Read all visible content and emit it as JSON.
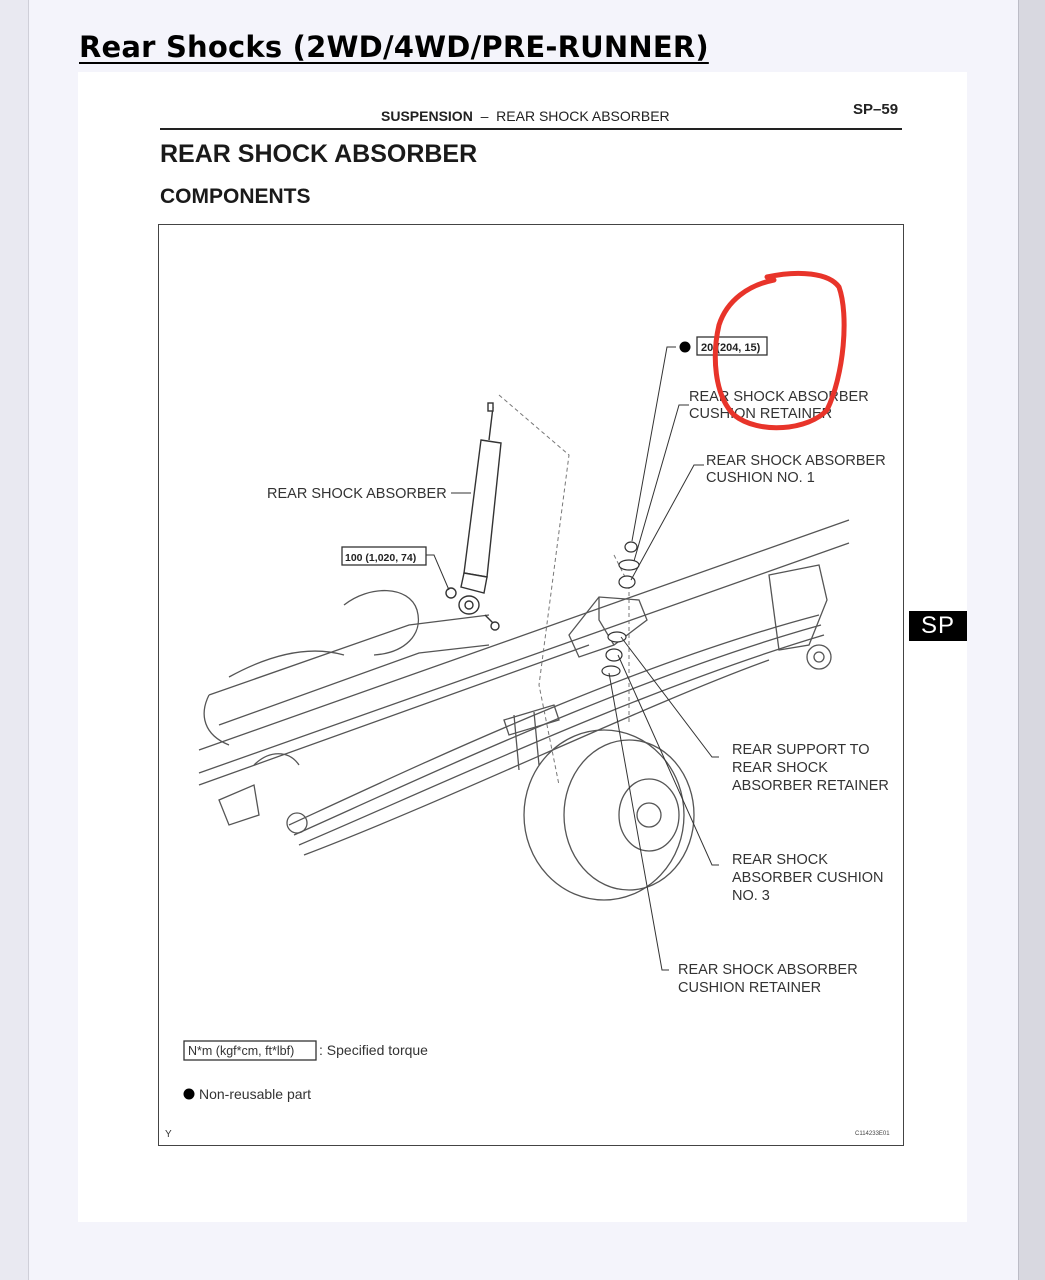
{
  "doc_title": "Rear Shocks (2WD/4WD/PRE-RUNNER)",
  "manual_page": {
    "section": "SUSPENSION",
    "separator": "–",
    "subsection": "REAR SHOCK ABSORBER",
    "page_number": "SP–59",
    "heading": "REAR SHOCK ABSORBER",
    "subheading": "COMPONENTS",
    "side_tab": "SP"
  },
  "diagram": {
    "torque_upper": "20 (204, 15)",
    "torque_lower": "100 (1,020, 74)",
    "labels": {
      "shock_absorber": "REAR SHOCK ABSORBER",
      "cushion_retainer_upper_1": "REAR SHOCK ABSORBER",
      "cushion_retainer_upper_2": "CUSHION RETAINER",
      "cushion_no1_1": "REAR SHOCK ABSORBER",
      "cushion_no1_2": "CUSHION NO. 1",
      "support_1": "REAR SUPPORT TO",
      "support_2": "REAR SHOCK",
      "support_3": "ABSORBER RETAINER",
      "cushion_no3_1": "REAR SHOCK",
      "cushion_no3_2": "ABSORBER CUSHION",
      "cushion_no3_3": "NO. 3",
      "cushion_retainer_lower_1": "REAR SHOCK ABSORBER",
      "cushion_retainer_lower_2": "CUSHION RETAINER"
    },
    "legend": {
      "torque_box": "N*m (kgf*cm, ft*lbf)",
      "torque_text": ": Specified torque",
      "nonreusable_text": "Non-reusable part"
    },
    "corner_mark": "Y",
    "figure_code": "C114233E01",
    "annotation_color": "#e8342a"
  }
}
